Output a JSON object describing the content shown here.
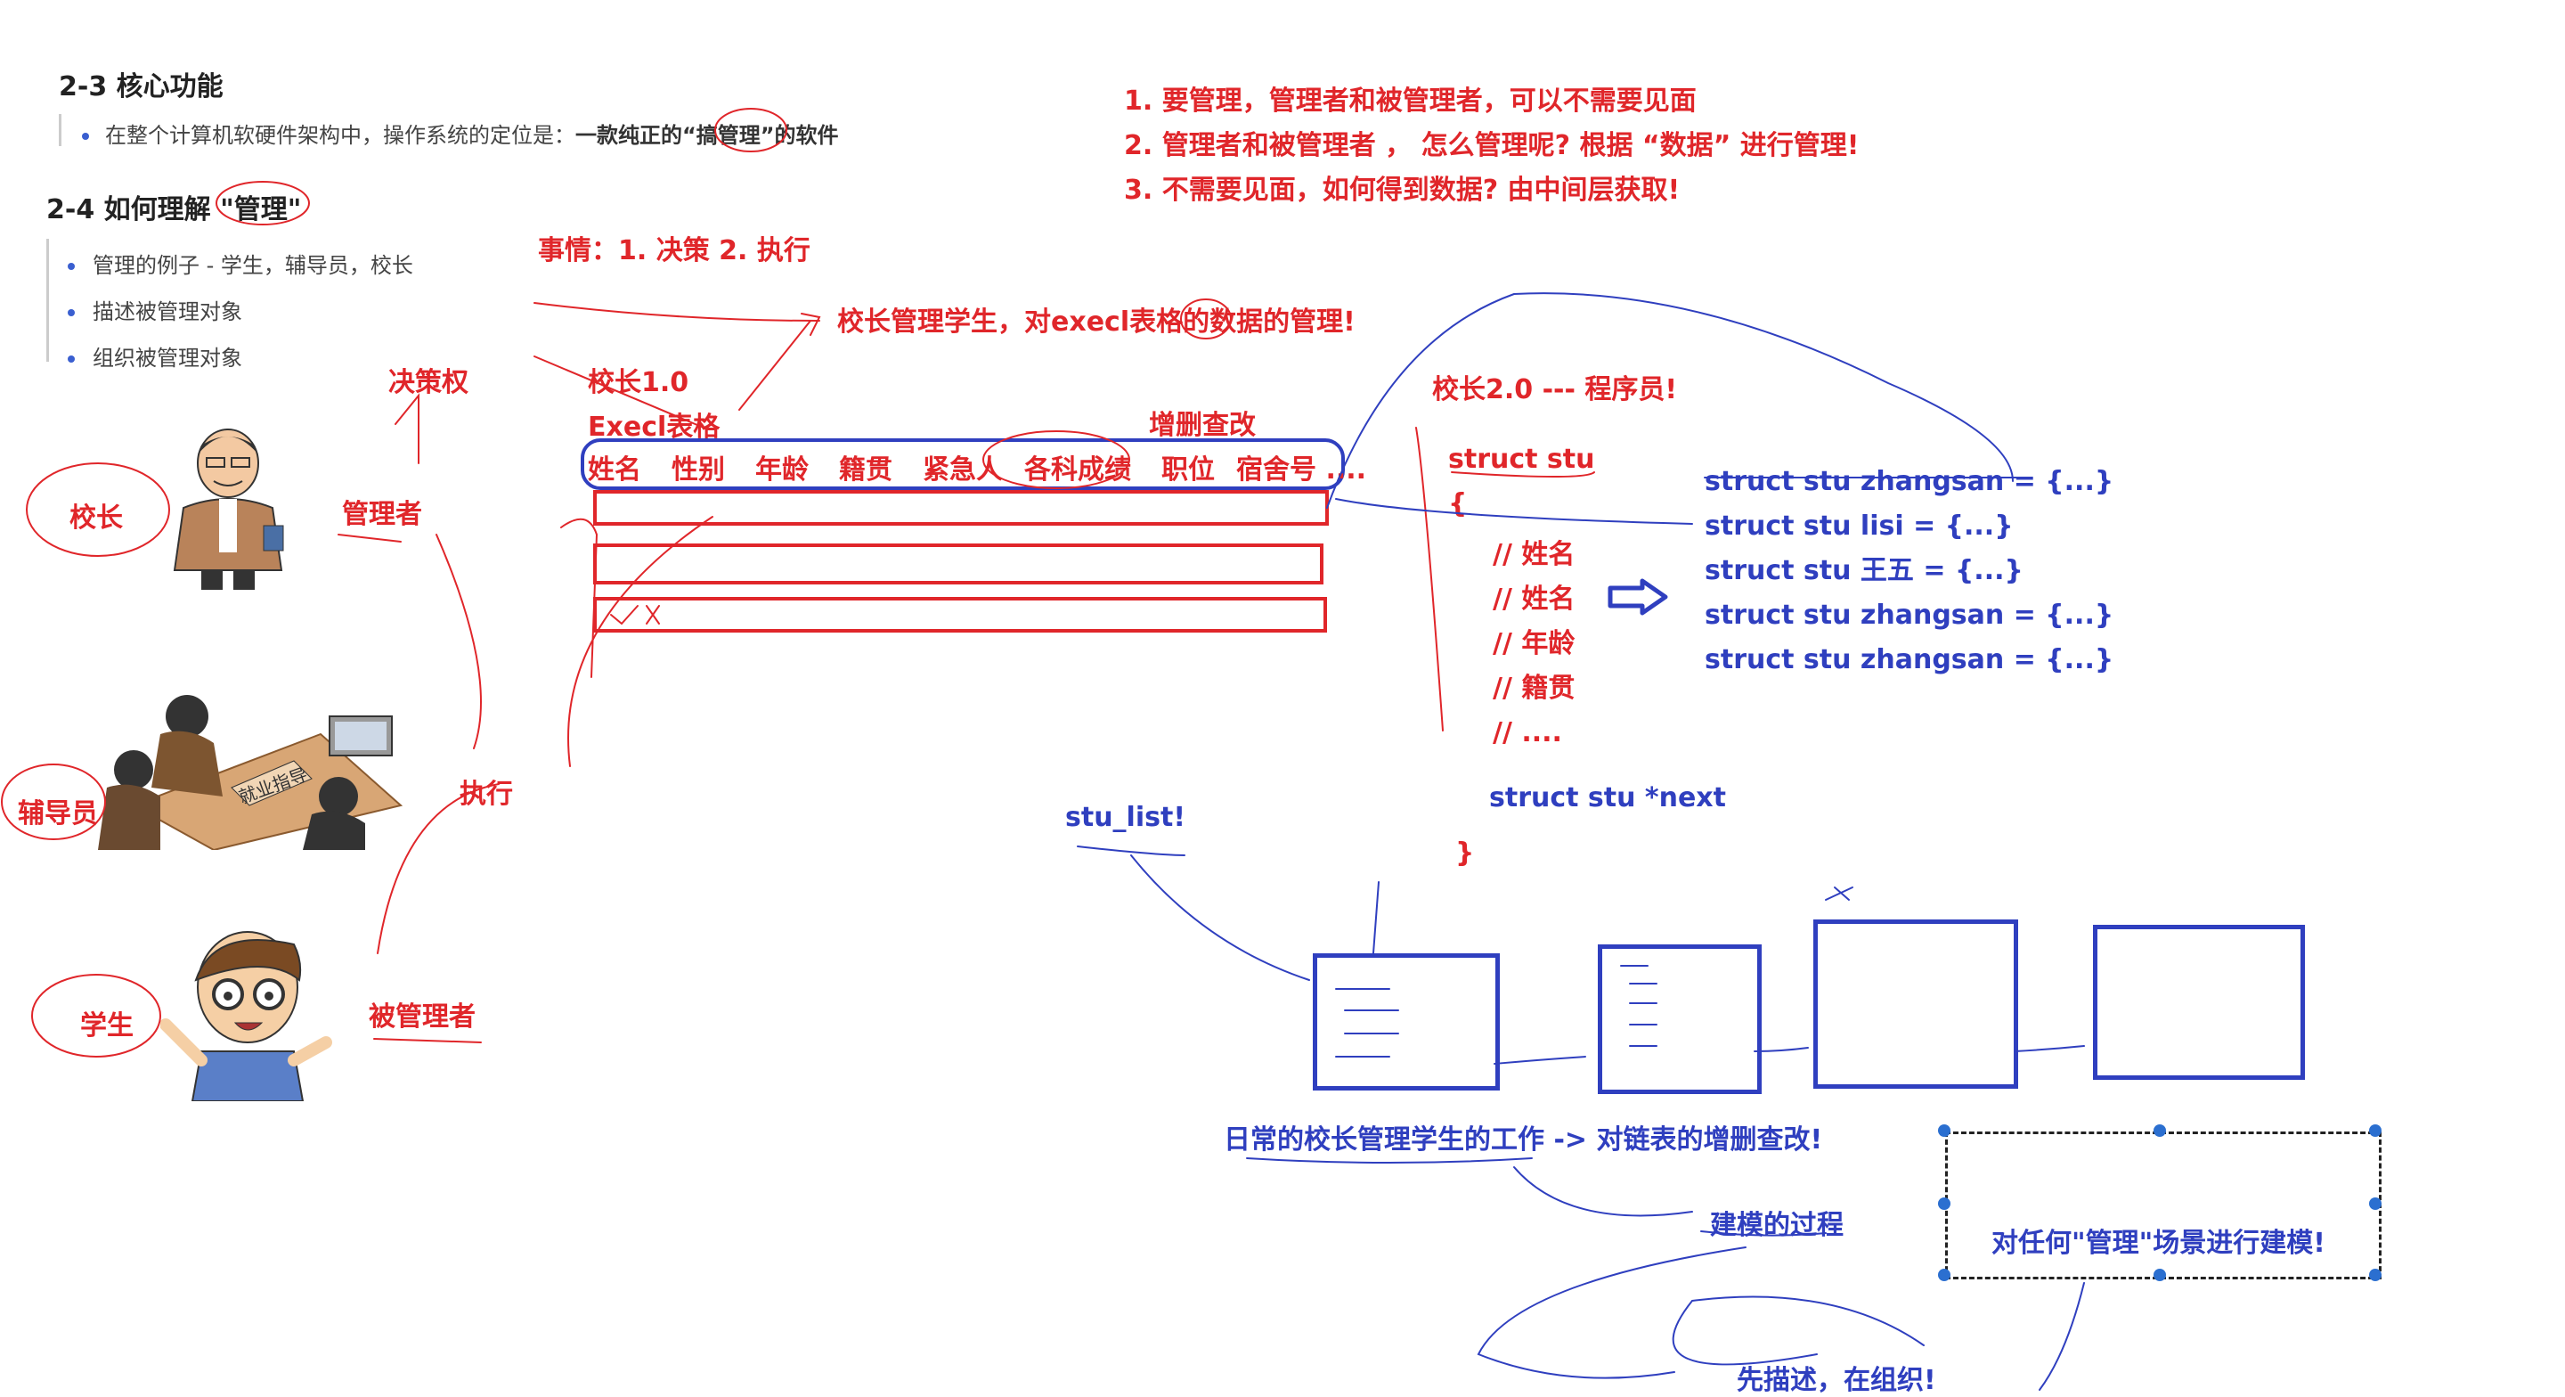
{
  "sections": {
    "s23": {
      "title": "2-3 核心功能",
      "bullet_prefix": "在整个计算机软硬件架构中，操作系统的定位是：",
      "bullet_bold": "一款纯正的“搞管理”的软件"
    },
    "s24": {
      "title": "2-4 如何理解 \"管理\"",
      "bullets": [
        "管理的例子 - 学生，辅导员，校长",
        "描述被管理对象",
        "组织被管理对象"
      ]
    }
  },
  "annotations": {
    "top_points": [
      "1. 要管理，管理者和被管理者，可以不需要见面",
      "2. 管理者和被管理者 ， 怎么管理呢? 根据 “数据” 进行管理!",
      "3. 不需要见面，如何得到数据? 由中间层获取!"
    ],
    "matters": "事情：1. 决策 2. 执行",
    "principal_excel": "校长管理学生，对execl表格的数据的管理!",
    "decision_power": "决策权",
    "manager": "管理者",
    "principal": "校长",
    "counselor": "辅导员",
    "execute": "执行",
    "student": "学生",
    "managed": "被管理者",
    "principal_v1": "校长1.0",
    "excel_table": "Execl表格",
    "crud": "增删查改",
    "principal_v2": "校长2.0 --- 程序员!",
    "stu_list": "stu_list!",
    "daily_work": "日常的校长管理学生的工作 -> 对链表的增删查改!",
    "modeling_process": "建模的过程",
    "model_any": "对任何\"管理\"场景进行建模!",
    "describe_organize": "先描述，在组织!"
  },
  "excel_headers": [
    "姓名",
    "性别",
    "年龄",
    "籍贯",
    "紧急人",
    "各科成绩",
    "职位",
    "宿舍号 ...."
  ],
  "struct_def": {
    "head": "struct stu",
    "open": "{",
    "fields": [
      "// 姓名",
      "// 姓名",
      "// 年龄",
      "// 籍贯",
      "// ...."
    ],
    "next": "struct stu *next",
    "close": "}"
  },
  "struct_instances": [
    "struct stu zhangsan = {...}",
    "struct stu lisi = {...}",
    "struct stu 王五 = {...}",
    "struct stu zhangsan = {...}",
    "struct stu zhangsan = {...}"
  ],
  "badge_text": "就业指导",
  "colors": {
    "red": "#e0262a",
    "blue": "#2f3fbf",
    "bullet": "#3a5fd0"
  }
}
